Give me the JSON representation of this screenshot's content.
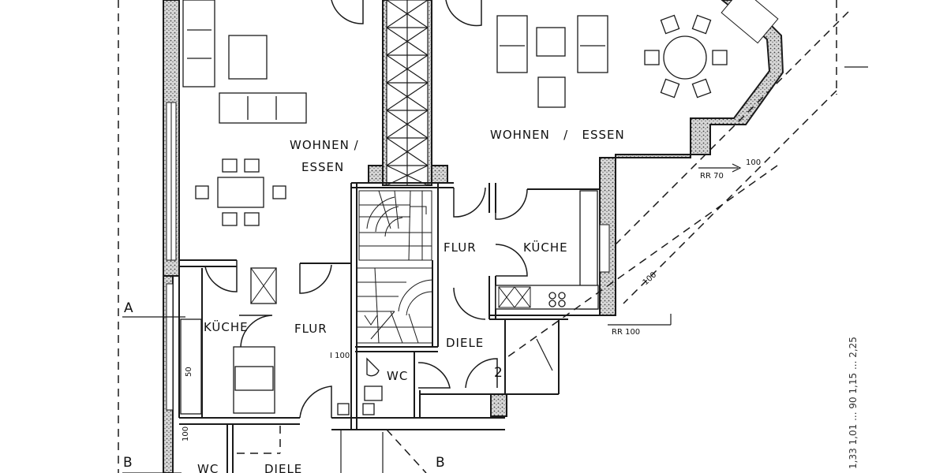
{
  "rooms": {
    "wohnen_essen_left": "WOHNEN /",
    "wohnen_essen_left_2": "ESSEN",
    "wohnen_essen_right": "WOHNEN   /   ESSEN",
    "kueche_left": "KÜCHE",
    "kueche_right": "KÜCHE",
    "flur_left": "FLUR",
    "flur_right": "FLUR",
    "diele_center": "DIELE",
    "diele_bottom": "DIELE",
    "wc_center": "WC",
    "wc_bottom": "WC"
  },
  "annotations": {
    "rr70": "RR 70",
    "rr100": "RR 100",
    "dim100_top": "100",
    "dim100_diag": "100",
    "i100": "I 100",
    "step_2": "2",
    "dim50": "50",
    "dim100_vert": "100",
    "edge_dims": "1,33  1,01  ... 90 1,15  ... 2,25"
  },
  "section_markers": {
    "a": "A",
    "b_left": "B",
    "b_bottom": "B"
  },
  "colors": {
    "ink": "#1a1a1a",
    "wall_fill": "#cfcfcf",
    "paper": "#ffffff"
  }
}
